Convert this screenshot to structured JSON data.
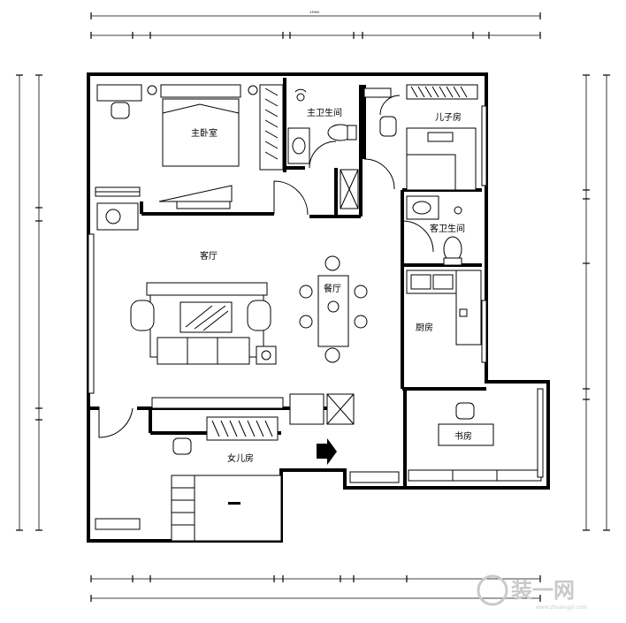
{
  "rooms": {
    "master_bedroom": "主卧室",
    "master_bathroom": "主卫生间",
    "son_room": "儿子房",
    "living_room": "客厅",
    "dining_room": "餐厅",
    "guest_bathroom": "客卫生间",
    "kitchen": "厨房",
    "study": "书房",
    "daughter_room": "女儿房"
  },
  "watermark": {
    "text": "装一网",
    "url": "www.zhuangyi.com"
  }
}
